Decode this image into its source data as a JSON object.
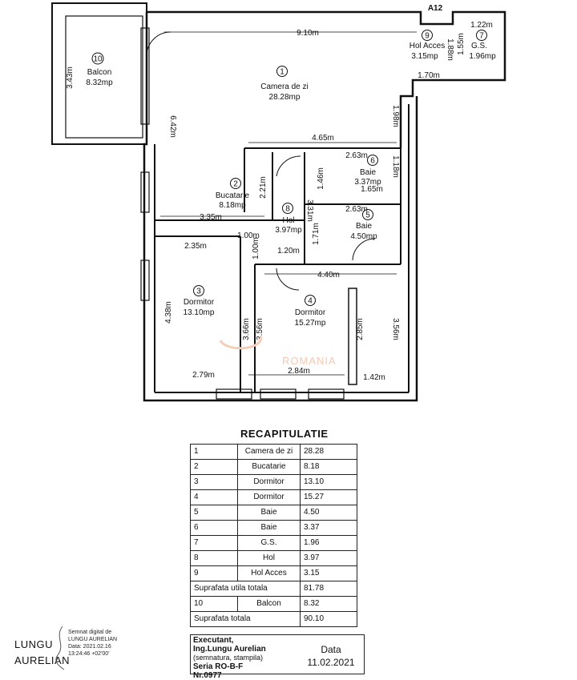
{
  "rooms": [
    {
      "no": "1",
      "name": "Camera de zi",
      "area": "28.28mp"
    },
    {
      "no": "2",
      "name": "Bucatarie",
      "area": "8.18mp"
    },
    {
      "no": "3",
      "name": "Dormitor",
      "area": "13.10mp"
    },
    {
      "no": "4",
      "name": "Dormitor",
      "area": "15.27mp"
    },
    {
      "no": "5",
      "name": "Baie",
      "area": "4.50mp"
    },
    {
      "no": "6",
      "name": "Baie",
      "area": "3.37mp"
    },
    {
      "no": "7",
      "name": "G.S.",
      "area": "1.96mp"
    },
    {
      "no": "8",
      "name": "Hol",
      "area": "3.97mp"
    },
    {
      "no": "9",
      "name": "Hol Acces",
      "area": "3.15mp"
    },
    {
      "no": "10",
      "name": "Balcon",
      "area": "8.32mp"
    }
  ],
  "dimensions": [
    "9.10m",
    "1.22m",
    "1.70m",
    "1.98m",
    "4.65m",
    "2.63m",
    "1.18m",
    "1.65m",
    "2.63m",
    "1.71m",
    "3.31m",
    "1.46m",
    "2.21m",
    "3.35m",
    "2.35m",
    "1.00m",
    "1.00m",
    "1.20m",
    "4.40m",
    "4.38m",
    "3.66m",
    "3.56m",
    "2.85m",
    "3.56m",
    "2.79m",
    "2.84m",
    "1.42m",
    "6.42m",
    "3.43m",
    "1.88m",
    "1.55m"
  ],
  "marker": "A12",
  "watermark": "ROMANIA",
  "recap": {
    "title": "RECAPITULATIE",
    "rows": [
      {
        "no": "1",
        "name": "Camera de zi",
        "area": "28.28"
      },
      {
        "no": "2",
        "name": "Bucatarie",
        "area": "8.18"
      },
      {
        "no": "3",
        "name": "Dormitor",
        "area": "13.10"
      },
      {
        "no": "4",
        "name": "Dormitor",
        "area": "15.27"
      },
      {
        "no": "5",
        "name": "Baie",
        "area": "4.50"
      },
      {
        "no": "6",
        "name": "Baie",
        "area": "3.37"
      },
      {
        "no": "7",
        "name": "G.S.",
        "area": "1.96"
      },
      {
        "no": "8",
        "name": "Hol",
        "area": "3.97"
      },
      {
        "no": "9",
        "name": "Hol Acces",
        "area": "3.15"
      }
    ],
    "useful_total_label": "Suprafata utila totala",
    "useful_total": "81.78",
    "balcony_no": "10",
    "balcony_name": "Balcon",
    "balcony_area": "8.32",
    "total_label": "Suprafata totala",
    "total": "90.10"
  },
  "footer": {
    "executant": "Executant,",
    "engineer": "Ing.Lungu Aurelian",
    "note": "(semnatura, stampila)",
    "series": "Seria RO-B-F",
    "number": "Nr.0977",
    "date_label": "Data",
    "date": "11.02.2021"
  },
  "signature": {
    "name_line1": "LUNGU",
    "name_line2": "AURELIAN",
    "meta_line1": "Semnat digital de",
    "meta_line2": "LUNGU AURELIAN",
    "meta_line3": "Data: 2021.02.16",
    "meta_line4": "13:24:46 +02'00'"
  }
}
